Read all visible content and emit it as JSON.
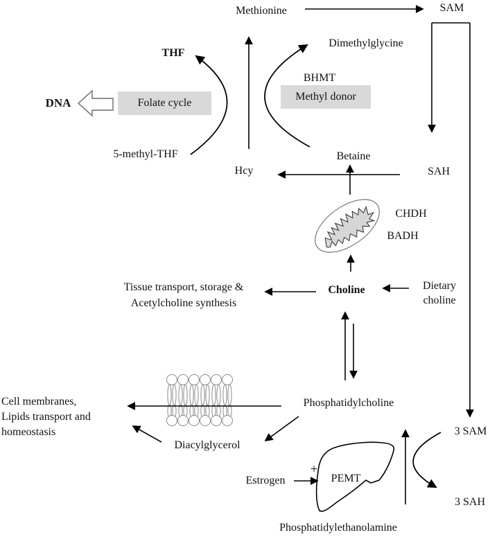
{
  "diagram": {
    "title": "Choline metabolism pathway",
    "labels": {
      "methionine": "Methionine",
      "sam": "SAM",
      "thf": "THF",
      "dimethylglycine": "Dimethylglycine",
      "bhmt": "BHMT",
      "methyl_donor": "Methyl donor",
      "dna": "DNA",
      "folate_cycle": "Folate cycle",
      "five_methyl_thf": "5-methyl-THF",
      "hcy": "Hcy",
      "betaine": "Betaine",
      "sah": "SAH",
      "chdh": "CHDH",
      "badh": "BADH",
      "tissue_line1": "Tissue transport, storage &",
      "tissue_line2": "Acetylcholine synthesis",
      "choline": "Choline",
      "dietary_line1": "Dietary",
      "dietary_line2": "choline",
      "cell_line1": "Cell membranes,",
      "cell_line2": "Lipids transport and",
      "cell_line3": "homeostasis",
      "phosphatidylcholine": "Phosphatidylcholine",
      "diacylglycerol": "Diacylglycerol",
      "estrogen": "Estrogen",
      "plus": "+",
      "pemt": "PEMT",
      "three_sam": "3 SAM",
      "three_sah": "3 SAH",
      "phosphatidylethanolamine": "Phosphatidylethanolamine"
    },
    "colors": {
      "background": "#ffffff",
      "line": "#000000",
      "box_fill": "#d9d9d9",
      "organelle_fill": "#d6d6d6",
      "organelle_outline": "#777777"
    }
  }
}
